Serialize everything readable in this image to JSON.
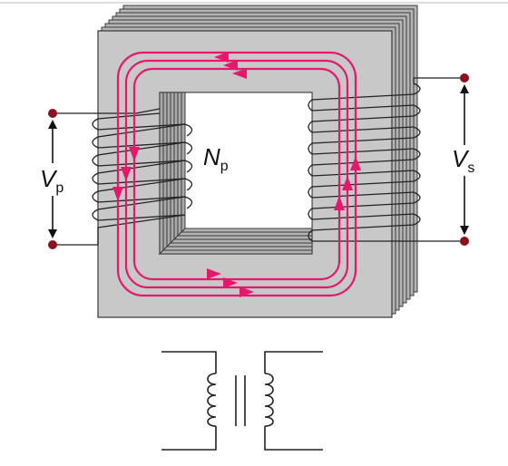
{
  "labels": {
    "primary_voltage": "V",
    "primary_voltage_sub": "p",
    "primary_turns": "N",
    "primary_turns_sub": "p",
    "secondary_voltage": "V",
    "secondary_voltage_sub": "s"
  },
  "colors": {
    "core_front": "#c8c8c8",
    "core_side": "#a9a9a9",
    "core_edge": "#3a3a3a",
    "flux": "#e6176d",
    "terminal": "#8b1020",
    "wire": "#222222"
  },
  "components": {
    "core": "laminated-iron-core",
    "primary": "primary-coil",
    "secondary": "secondary-coil",
    "flux": "magnetic-flux-loops",
    "symbol": "transformer-schematic-symbol"
  }
}
